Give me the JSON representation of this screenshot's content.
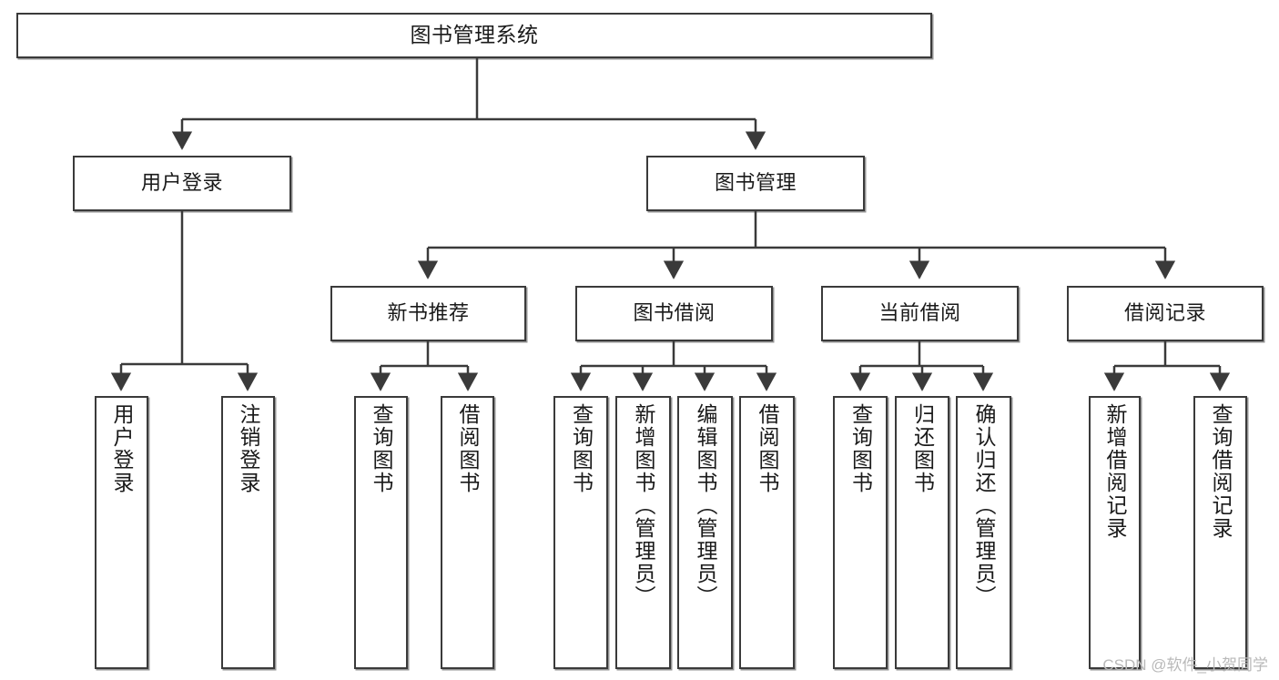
{
  "diagram": {
    "title": "图书管理系统",
    "type": "功能结构图",
    "root": {
      "id": "root",
      "label": "图书管理系统"
    },
    "level2": [
      {
        "id": "login",
        "label": "用户登录"
      },
      {
        "id": "bookmgmt",
        "label": "图书管理"
      }
    ],
    "level3": [
      {
        "id": "newbook",
        "label": "新书推荐",
        "parent": "bookmgmt"
      },
      {
        "id": "borrow",
        "label": "图书借阅",
        "parent": "bookmgmt"
      },
      {
        "id": "current",
        "label": "当前借阅",
        "parent": "bookmgmt"
      },
      {
        "id": "record",
        "label": "借阅记录",
        "parent": "bookmgmt"
      }
    ],
    "leaves": [
      {
        "id": "leaf-1",
        "label": "用户登录",
        "parent": "login"
      },
      {
        "id": "leaf-2",
        "label": "注销登录",
        "parent": "login"
      },
      {
        "id": "leaf-3",
        "label": "查询图书",
        "parent": "newbook"
      },
      {
        "id": "leaf-4",
        "label": "借阅图书",
        "parent": "newbook"
      },
      {
        "id": "leaf-5",
        "label": "查询图书",
        "parent": "borrow"
      },
      {
        "id": "leaf-6",
        "label": "新增图书（管理员）",
        "parent": "borrow"
      },
      {
        "id": "leaf-7",
        "label": "编辑图书（管理员）",
        "parent": "borrow"
      },
      {
        "id": "leaf-8",
        "label": "借阅图书",
        "parent": "borrow"
      },
      {
        "id": "leaf-9",
        "label": "查询图书",
        "parent": "current"
      },
      {
        "id": "leaf-10",
        "label": "归还图书",
        "parent": "current"
      },
      {
        "id": "leaf-11",
        "label": "确认归还（管理员）",
        "parent": "current"
      },
      {
        "id": "leaf-12",
        "label": "新增借阅记录",
        "parent": "record"
      },
      {
        "id": "leaf-13",
        "label": "查询借阅记录",
        "parent": "record"
      }
    ]
  },
  "watermark": {
    "text": "CSDN @软件_小贺同学"
  },
  "colors": {
    "stroke": "#3a3a3a",
    "fill": "#ffffff",
    "text": "#1a1a1a",
    "watermark": "#b9b9b9"
  }
}
